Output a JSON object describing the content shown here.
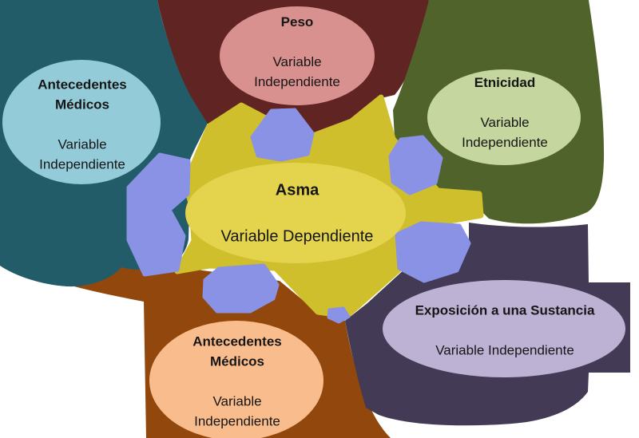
{
  "diagram": {
    "background": "#FFFFFF",
    "colors": {
      "teal": "#235C69",
      "maroon": "#602522",
      "olive": "#50632A",
      "plum": "#433A55",
      "brown": "#92480C",
      "star": "#D0BF2C",
      "center_ellipse": "#E4D34C",
      "hexagon": "#8A92E6",
      "node_blue": "#93CBD8",
      "node_pink": "#D9918F",
      "node_green": "#C5D79E",
      "node_lavender": "#BEB2D4",
      "node_peach": "#F9BD8D",
      "text": "#161616"
    },
    "center_node": {
      "title": "Asma",
      "subtitle": "Variable Dependiente"
    },
    "satellite_nodes": [
      {
        "id": "antecedentes-medicos-izquierda",
        "title": "Antecedentes\nMédicos",
        "subtitle": "Variable\nIndependiente"
      },
      {
        "id": "peso",
        "title": "Peso",
        "subtitle": "Variable\nIndependiente"
      },
      {
        "id": "etnicidad",
        "title": "Etnicidad",
        "subtitle": "Variable\nIndependiente"
      },
      {
        "id": "exposicion-a-una-sustancia",
        "title": "Exposición a una Sustancia",
        "subtitle": "Variable Independiente"
      },
      {
        "id": "antecedentes-medicos-inferior",
        "title": "Antecedentes\nMédicos",
        "subtitle": "Variable\nIndependiente"
      }
    ]
  }
}
